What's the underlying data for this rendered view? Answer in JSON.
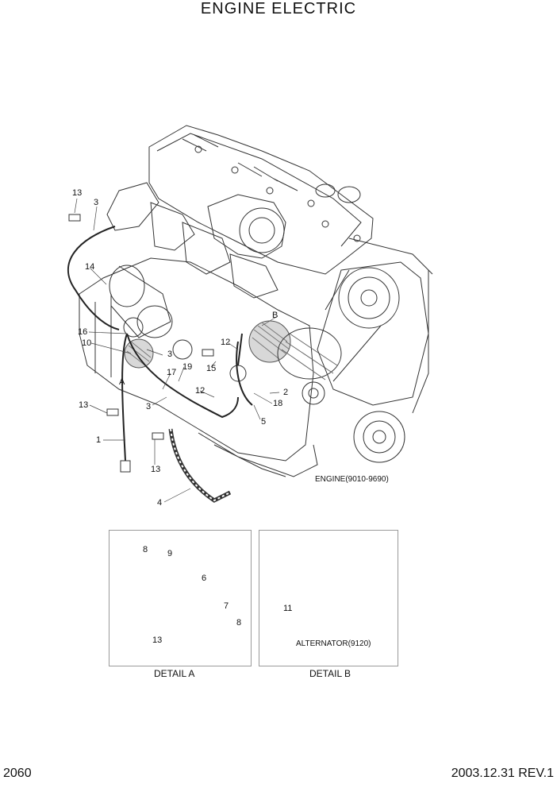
{
  "page_title": "ENGINE ELECTRIC",
  "engine_caption": "ENGINE(9010-9690)",
  "detail_a": {
    "caption": "DETAIL A",
    "callouts": [
      "8",
      "9",
      "6",
      "7",
      "8",
      "13"
    ]
  },
  "detail_b": {
    "caption": "DETAIL B",
    "sub_caption": "ALTERNATOR(9120)",
    "callouts": [
      "11"
    ]
  },
  "main_callouts": [
    "13",
    "3",
    "14",
    "16",
    "10",
    "3",
    "A",
    "17",
    "19",
    "12",
    "15",
    "B",
    "2",
    "18",
    "5",
    "3",
    "12",
    "13",
    "1",
    "13",
    "4"
  ],
  "footer": {
    "page_number": "2060",
    "revision": "2003.12.31  REV.1"
  }
}
